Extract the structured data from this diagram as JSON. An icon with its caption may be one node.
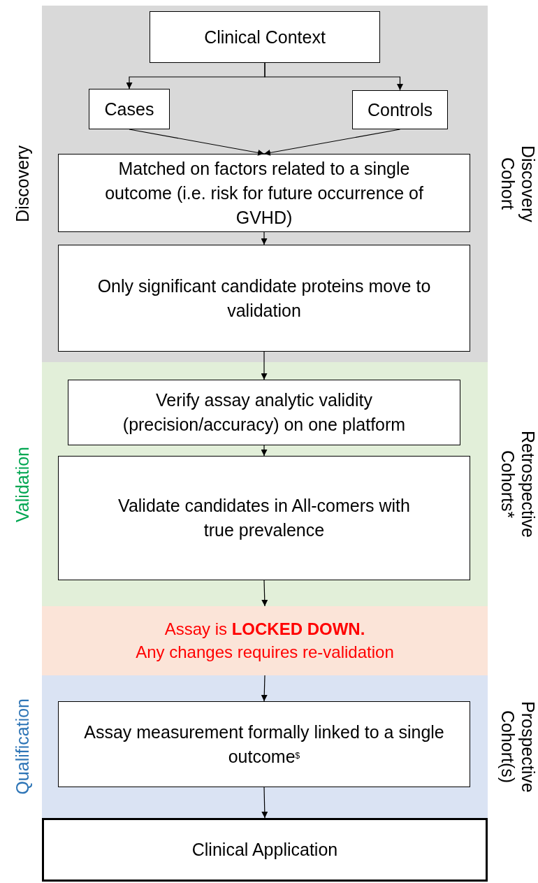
{
  "diagram": {
    "nodes": [
      {
        "text": [],
        "shape": "band",
        "beside": [
          "Discovery",
          "Discovery Cohort"
        ]
      },
      {
        "text": [
          "Clinical Context"
        ],
        "in": 0
      },
      {
        "text": [
          "Cases"
        ],
        "in": 0
      },
      {
        "text": [
          "Controls"
        ],
        "in": 0
      },
      {
        "text": [
          "Matched on factors related to a single outcome (i.e. risk for future occurrence of GVHD)"
        ],
        "in": 0
      },
      {
        "text": [
          "Only significant candidate proteins move to validation"
        ],
        "in": 0
      },
      {
        "text": [],
        "shape": "band",
        "beside": [
          "Validation",
          "Retrospective Cohorts*"
        ]
      },
      {
        "text": [
          "Verify assay analytic validity (precision/accuracy) on one platform"
        ],
        "in": 6
      },
      {
        "text": [
          "Validate candidates in All-comers with true prevalence"
        ],
        "in": 6
      },
      {
        "text": [
          "Assay is **LOCKED DOWN.**",
          "Any changes requires re-validation"
        ]
      },
      {
        "text": [],
        "shape": "band",
        "beside": [
          "Qualification",
          "Prospective Cohort(s)"
        ]
      },
      {
        "text": [
          "Assay measurement formally linked to a single outcome$^{$}$"
        ],
        "in": 10
      },
      {
        "text": [
          "Clinical Application"
        ]
      }
    ],
    "edges": [
      {
        "from": 1,
        "to": 2,
        "arrow": "to"
      },
      {
        "from": 1,
        "to": 3,
        "arrow": "to"
      },
      {
        "from": 2,
        "to": 4,
        "arrow": "to"
      },
      {
        "from": 3,
        "to": 4,
        "arrow": "to"
      },
      {
        "from": 4,
        "to": 5,
        "arrow": "to"
      },
      {
        "from": 5,
        "to": 7,
        "arrow": "to"
      },
      {
        "from": 7,
        "to": 8,
        "arrow": "to"
      },
      {
        "from": 8,
        "to": 9,
        "arrow": "to"
      },
      {
        "from": 9,
        "to": 11,
        "arrow": "to"
      },
      {
        "from": 11,
        "to": 12,
        "arrow": "to"
      }
    ]
  }
}
